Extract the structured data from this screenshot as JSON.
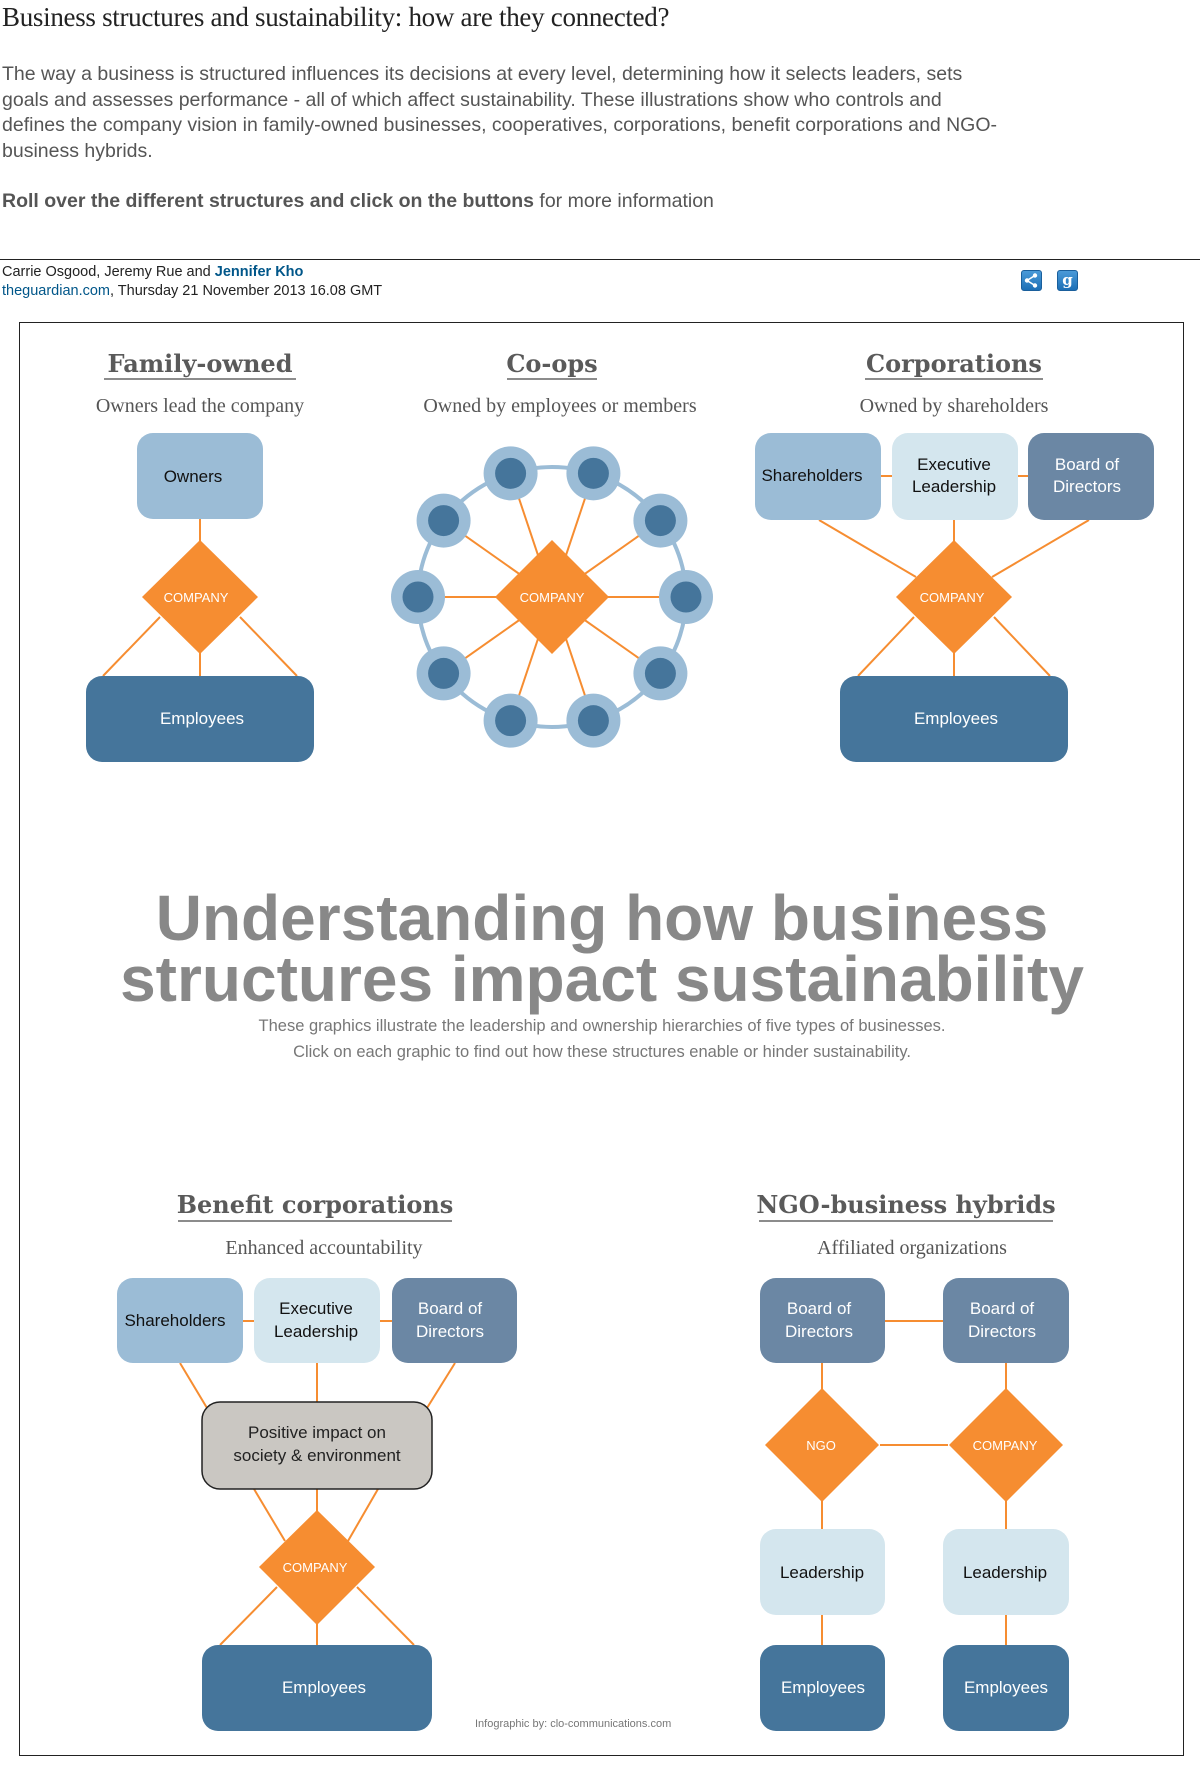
{
  "article": {
    "headline": "Business structures and sustainability: how are they connected?",
    "standfirst": "The way a business is structured influences its decisions at every level, determining how it selects leaders, sets goals and assesses performance - all of which affect sustainability. These illustrations show who controls and defines the company vision in family-owned businesses, cooperatives, corporations, benefit corporations and NGO-business hybrids.",
    "instruction_bold": "Roll over the different structures and click on the buttons",
    "instruction_rest": " for more information",
    "byline_plain": "Carrie Osgood, Jeremy Rue and ",
    "byline_link": "Jennifer Kho",
    "dateline_link": "theguardian.com",
    "dateline_rest": ", Thursday 21 November 2013 16.08 GMT",
    "share_icons": [
      "share-icon",
      "google-plus-icon"
    ]
  },
  "colors": {
    "light_blue": "#9bbcd6",
    "pale_blue": "#d4e6ee",
    "slate": "#6b87a4",
    "dark_blue": "#45759b",
    "orange": "#f68d31",
    "grey_box": "#cac7c2"
  },
  "infographic": {
    "headline_line1": "Understanding how business",
    "headline_line2": "structures impact sustainability",
    "sub_line1": "These graphics illustrate the leadership and ownership hierarchies of five types of businesses.",
    "sub_line2": "Click on each graphic to find out how these structures enable or hinder sustainability.",
    "credit": "Infographic by: clo-communications.com",
    "sections": {
      "family": {
        "title": "Family-owned",
        "subtitle": "Owners lead the company",
        "owners": "Owners",
        "company": "COMPANY",
        "employees": "Employees"
      },
      "coops": {
        "title": "Co-ops",
        "subtitle": "Owned by employees or members",
        "company": "COMPANY",
        "member_count": 10
      },
      "corporations": {
        "title": "Corporations",
        "subtitle": "Owned by shareholders",
        "shareholders": "Shareholders",
        "exec_line1": "Executive",
        "exec_line2": "Leadership",
        "board_line1": "Board of",
        "board_line2": "Directors",
        "company": "COMPANY",
        "employees": "Employees"
      },
      "benefit": {
        "title": "Benefit corporations",
        "subtitle": "Enhanced accountability",
        "shareholders": "Shareholders",
        "exec_line1": "Executive",
        "exec_line2": "Leadership",
        "board_line1": "Board of",
        "board_line2": "Directors",
        "impact_line1": "Positive impact on",
        "impact_line2": "society & environment",
        "company": "COMPANY",
        "employees": "Employees"
      },
      "ngo": {
        "title": "NGO-business hybrids",
        "subtitle": "Affiliated organizations",
        "board_line1": "Board of",
        "board_line2": "Directors",
        "ngo": "NGO",
        "company": "COMPANY",
        "leadership": "Leadership",
        "employees": "Employees"
      }
    }
  }
}
